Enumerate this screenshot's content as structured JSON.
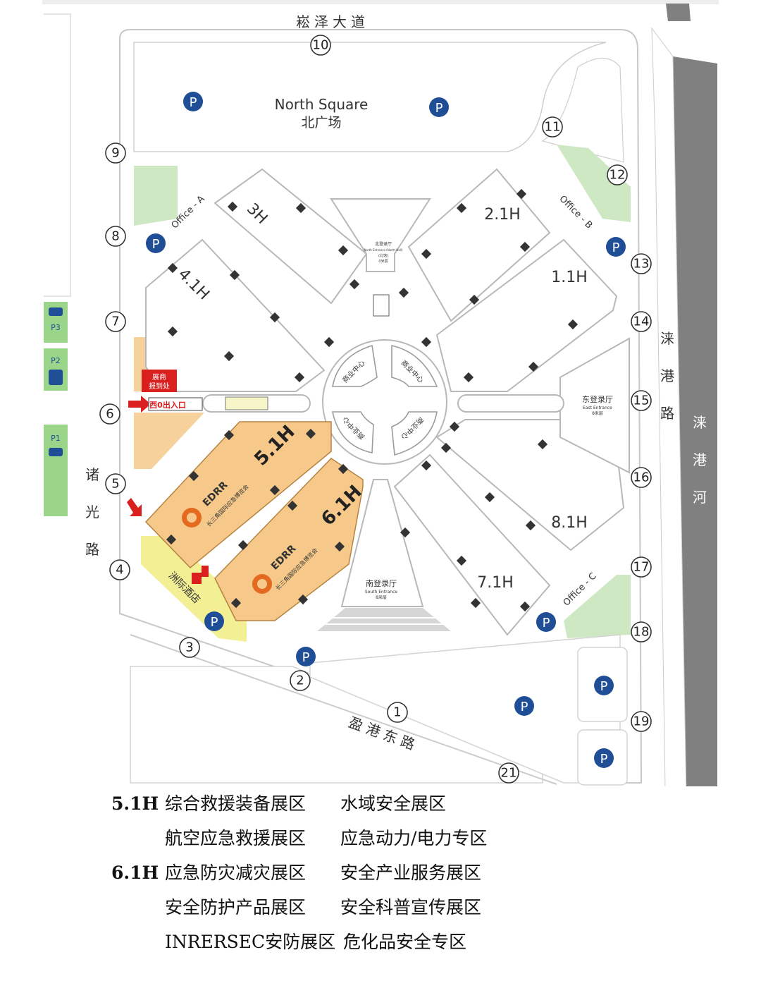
{
  "roads": {
    "north": "崧泽大道",
    "south": "盈港东路",
    "west": [
      "诸",
      "光",
      "路"
    ],
    "east": [
      "涞",
      "港",
      "路"
    ],
    "river": [
      "涞",
      "港",
      "河"
    ]
  },
  "north_square": {
    "en": "North Square",
    "zh": "北广场"
  },
  "halls": {
    "h3": "3H",
    "h41": "4.1H",
    "h21": "2.1H",
    "h11": "1.1H",
    "h81": "8.1H",
    "h71": "7.1H",
    "h51": "5.1H",
    "h61": "6.1H"
  },
  "offices": {
    "a": "Office - A",
    "b": "Office - B",
    "c": "Office - C"
  },
  "business": [
    "商业中心",
    "商业中心",
    "商业中心",
    "商业中心"
  ],
  "entrances": {
    "east": {
      "zh": "东登录厅",
      "en": "East Entrance",
      "sub": "8米层"
    },
    "south": {
      "zh": "南登录厅",
      "en": "South Entrance",
      "sub": "8米层"
    },
    "north": {
      "zh": "北登录厅",
      "en": "North Entrance (North Hall)",
      "sub": "(北馆)",
      "sub2": "0米层"
    }
  },
  "parking": {
    "p1": "P1",
    "p2": "P2",
    "p3": "P3",
    "p_label": "P"
  },
  "registration": [
    "展商",
    "报到处"
  ],
  "west0_entrance": "西0出入口",
  "hotel": "洲际酒店",
  "edrr": {
    "logo": "EDRR",
    "zh": "长三角国际应急博览会"
  },
  "gates": [
    "1",
    "2",
    "3",
    "4",
    "5",
    "6",
    "7",
    "8",
    "9",
    "10",
    "11",
    "12",
    "13",
    "14",
    "15",
    "16",
    "17",
    "18",
    "19",
    "21"
  ],
  "legend": [
    {
      "hall": "5.1H",
      "c1": "综合救援装备展区",
      "c2": "水域安全展区"
    },
    {
      "hall": "",
      "c1": "航空应急救援展区",
      "c2": "应急动力/电力专区"
    },
    {
      "hall": "6.1H",
      "c1": "应急防灾减灾展区",
      "c2": "安全产业服务展区"
    },
    {
      "hall": "",
      "c1": "安全防护产品展区",
      "c2": "安全科普宣传展区"
    },
    {
      "hall": "",
      "c1": "INRERSEC安防展区",
      "c2": "危化品安全专区"
    }
  ],
  "colors": {
    "accent_blue": "#1f4e96",
    "parking_green": "#9bd58a",
    "hall_orange": "#f6c98a",
    "hotel_yellow": "#f3ef95",
    "arrow_red": "#d9201f",
    "road_gray": "#7b7b7b",
    "green_area": "#cfe8c4"
  }
}
